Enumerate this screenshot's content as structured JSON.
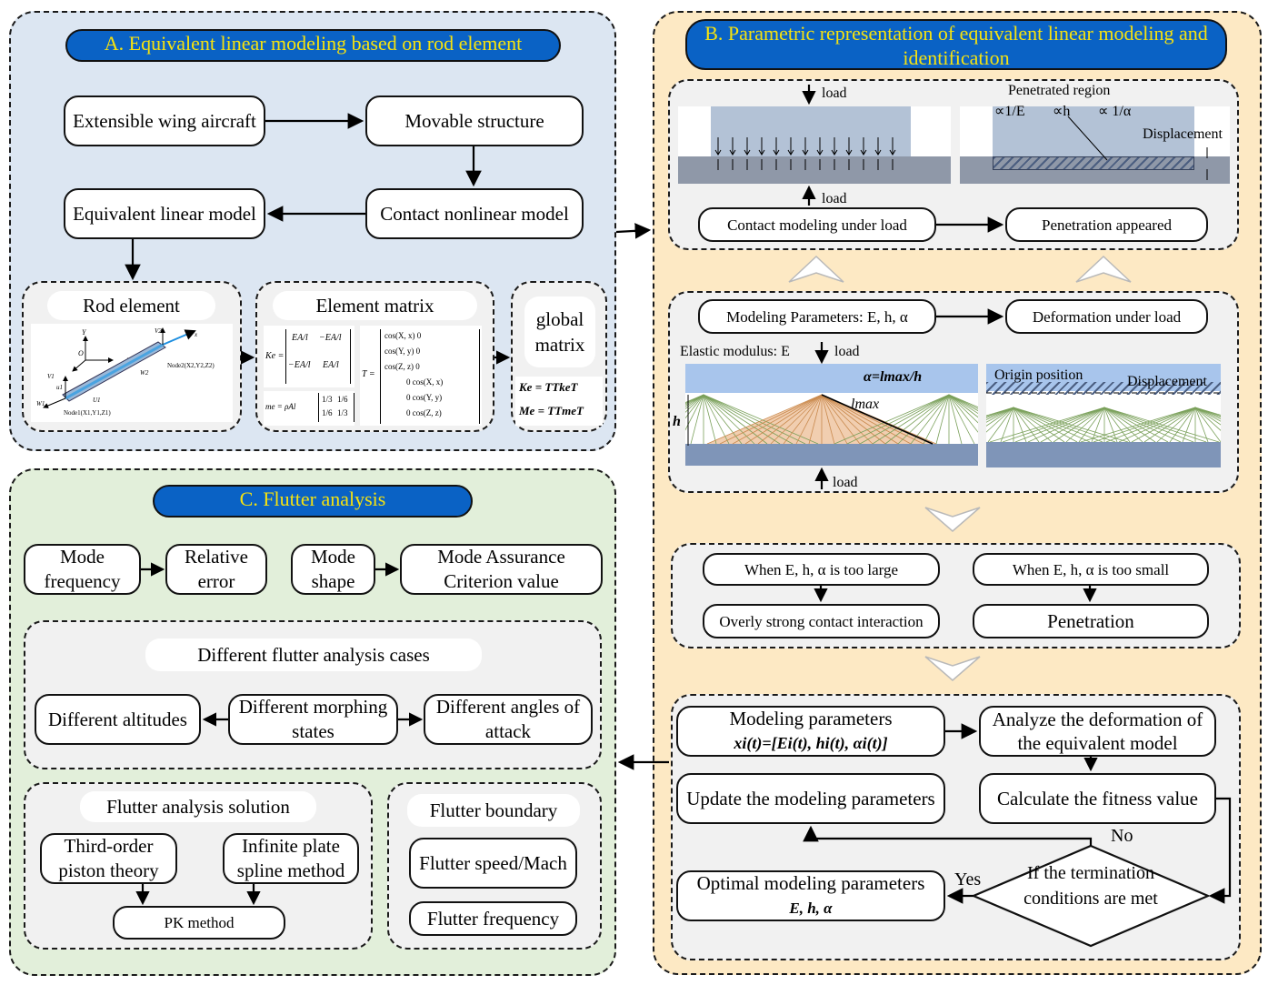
{
  "panel_a": {
    "title": "A. Equivalent linear modeling based on rod element",
    "extensible": "Extensible wing aircraft",
    "movable": "Movable structure",
    "equivalent": "Equivalent linear model",
    "contact_nl": "Contact nonlinear model",
    "rod_title": "Rod element",
    "elem_title": "Element matrix",
    "global_title": "global matrix",
    "node1": "Node1(X1,Y1,Z1)",
    "node2": "Node2(X2,Y2,Z2)",
    "k_label": "Ke =",
    "m_label": "me = ρAl",
    "t_label": "T =",
    "ea_l": "EA/l",
    "neg_ea_l": "−EA/l",
    "m11": "1/3",
    "m12": "1/6",
    "m21": "1/6",
    "m22": "1/3",
    "t_rows": [
      "cos(X, x)  0",
      "cos(Y, y)  0",
      "cos(Z, z)  0",
      "0  cos(X, x)",
      "0  cos(Y, y)",
      "0  cos(Z, z)"
    ],
    "K_global": "Ke = TTkeT",
    "M_global": "Me = TTmeT"
  },
  "panel_b": {
    "title": "B. Parametric representation of equivalent linear modeling and identification",
    "load": "load",
    "penetrated_region": "Penetrated region",
    "prop_e": "∝1/E",
    "prop_h": "∝h",
    "prop_a": "∝ 1/α",
    "displacement": "Displacement",
    "contact_under_load": "Contact modeling under load",
    "penetration_appeared": "Penetration appeared",
    "modeling_params": "Modeling Parameters: E, h, α",
    "deformation_under_load": "Deformation under load",
    "elastic_modulus": "Elastic modulus: E",
    "alpha_eq": "α=lmax/h",
    "lmax": "lmax",
    "h": "h",
    "origin_position": "Origin position",
    "too_large": "When E, h, α is too large",
    "too_small": "When E, h, α is too small",
    "overly_strong": "Overly strong contact interaction",
    "penetration": "Penetration",
    "mp_title": "Modeling parameters",
    "mp_formula": "xi(t)=[Ei(t), hi(t), αi(t)]",
    "analyze": "Analyze the deformation of the equivalent model",
    "update": "Update the modeling parameters",
    "fitness": "Calculate the fitness value",
    "no": "No",
    "yes": "Yes",
    "termination": "If the termination conditions are met",
    "optimal": "Optimal modeling parameters",
    "optimal_vars": "E, h, α"
  },
  "panel_c": {
    "title": "C. Flutter analysis",
    "mode_freq": "Mode frequency",
    "rel_error": "Relative error",
    "mode_shape": "Mode shape",
    "mac": "Mode Assurance Criterion value",
    "cases_title": "Different flutter analysis cases",
    "altitudes": "Different altitudes",
    "morphing": "Different morphing states",
    "angles": "Different angles of attack",
    "solution_title": "Flutter analysis solution",
    "piston": "Third-order piston theory",
    "spline": "Infinite plate spline method",
    "pk": "PK method",
    "boundary_title": "Flutter boundary",
    "speed": "Flutter speed/Mach",
    "frequency": "Flutter frequency"
  },
  "colors": {
    "title_bg": "#0a62c5",
    "title_text": "#f6e20f",
    "panel_a": "#dce6f2",
    "panel_b": "#fde9c4",
    "panel_c": "#e2efda"
  }
}
